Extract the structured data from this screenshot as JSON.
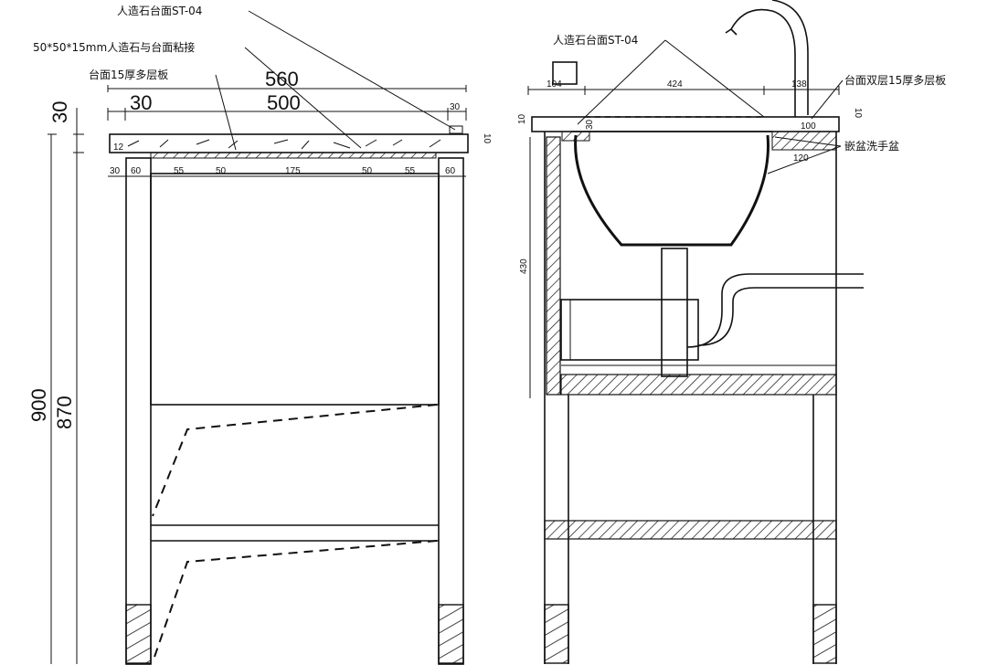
{
  "labels": {
    "front_stone": "人造石台面ST-04",
    "front_glue": "50*50*15mm人造石与台面粘接",
    "front_board": "台面15厚多层板",
    "side_stone": "人造石台面ST-04",
    "side_board": "台面双层15厚多层板",
    "side_basin": "嵌盆洗手盆"
  },
  "front_dims": {
    "d560": "560",
    "d30_left": "30",
    "d500": "500",
    "d30_right": "30",
    "d30_vert": "30",
    "d10": "10",
    "d900": "900",
    "d870": "870",
    "d12": "12",
    "bottom": [
      "30",
      "60",
      "55",
      "50",
      "175",
      "50",
      "55",
      "60"
    ]
  },
  "side_dims": {
    "d104": "104",
    "d424": "424",
    "d138": "138",
    "d10": "10",
    "d10b": "10",
    "d30": "30",
    "d100": "100",
    "d430": "430",
    "d120": "120"
  }
}
